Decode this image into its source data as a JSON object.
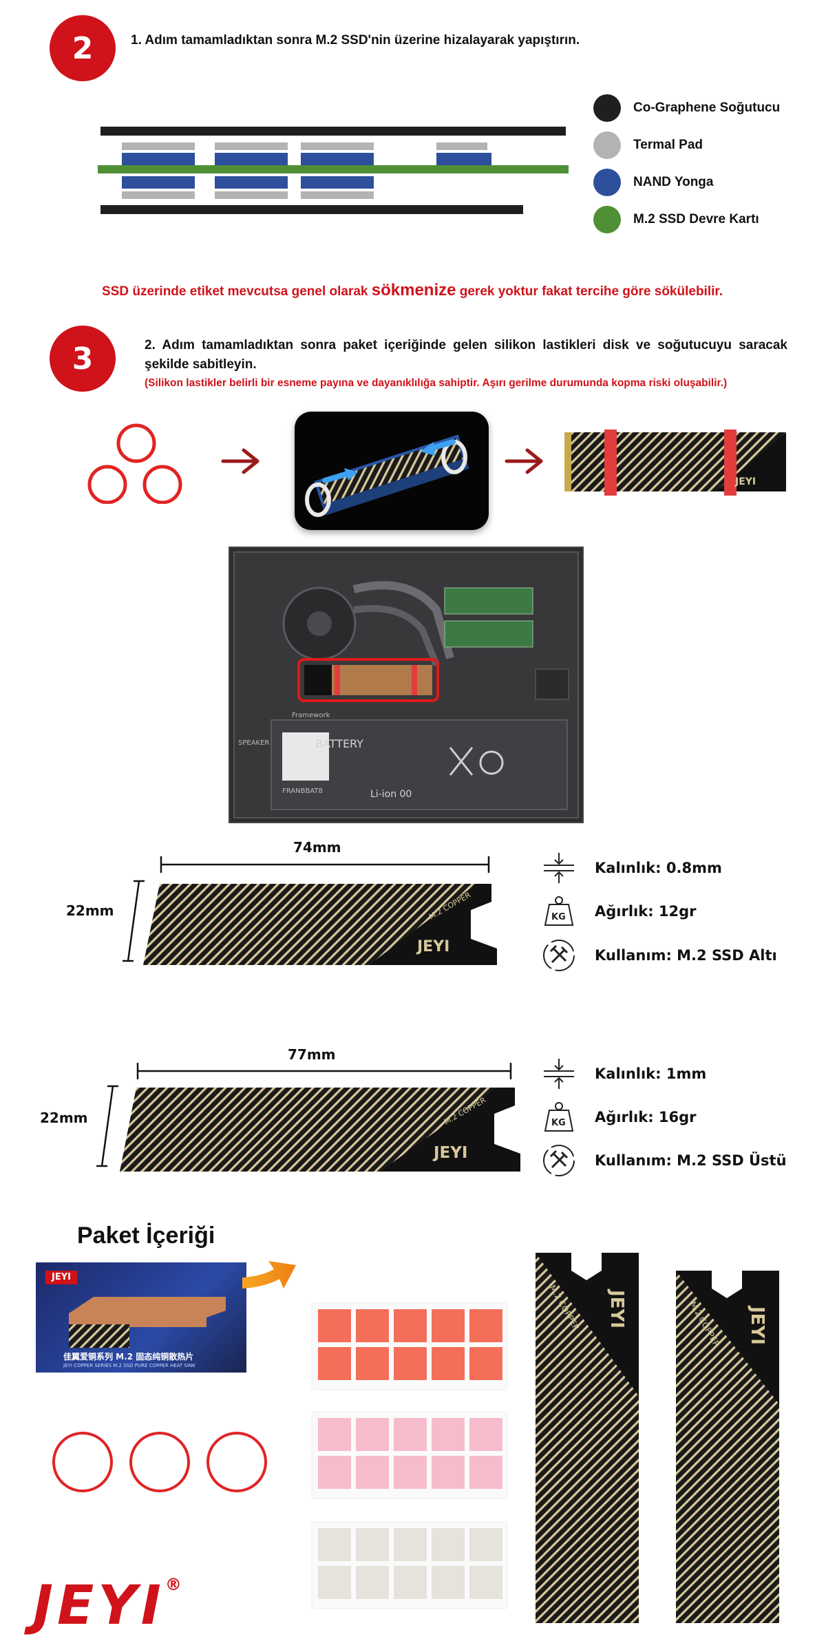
{
  "step2": {
    "number": "2",
    "instruction": "1. Adım tamamladıktan sonra M.2 SSD'nin üzerine hizalayarak yapıştırın."
  },
  "legend": [
    {
      "label": "Co-Graphene Soğutucu",
      "color": "#1f1f1f"
    },
    {
      "label": "Termal Pad",
      "color": "#b3b3b3"
    },
    {
      "label": "NAND Yonga",
      "color": "#2d4f9c"
    },
    {
      "label": "M.2 SSD Devre Kartı",
      "color": "#4f8f35"
    }
  ],
  "warning": {
    "before": "SSD üzerinde etiket mevcutsa genel olarak ",
    "emphasis": "sökmenize",
    "after": " gerek yoktur fakat tercihe göre sökülebilir."
  },
  "step3": {
    "number": "3",
    "instruction": "2. Adım tamamladıktan sonra paket içeriğinde gelen silikon lastikleri disk ve soğutucuyu saracak şekilde sabitleyin.",
    "note": "(Silikon lastikler belirli bir esneme payına ve dayanıklılığa sahiptir. Aşırı gerilme durumunda kopma riski oluşabilir.)"
  },
  "laptop": {
    "battery_label": "BATTERY",
    "brand": "Framework",
    "speaker": "SPEAKER",
    "li_ion": "Li-ion 00",
    "model": "FRANBBAT8"
  },
  "heatsink_small": {
    "width_label": "74mm",
    "height_label": "22mm",
    "specs": [
      {
        "icon": "thickness-icon",
        "text": "Kalınlık: 0.8mm"
      },
      {
        "icon": "weight-icon",
        "text": "Ağırlık: 12gr"
      },
      {
        "icon": "tools-icon",
        "text": "Kullanım: M.2 SSD Altı"
      }
    ]
  },
  "heatsink_large": {
    "width_label": "77mm",
    "height_label": "22mm",
    "specs": [
      {
        "icon": "thickness-icon",
        "text": "Kalınlık: 1mm"
      },
      {
        "icon": "weight-icon",
        "text": "Ağırlık: 16gr"
      },
      {
        "icon": "tools-icon",
        "text": "Kullanım: M.2 SSD Üstü"
      }
    ]
  },
  "heatsink_print": {
    "model": "M.2 COPPER",
    "brand": "JEYI"
  },
  "package": {
    "title": "Paket İçeriği",
    "box_brand": "JEYI",
    "box_line1": "佳翼爱铜系列 M.2 固态纯铜散热片",
    "box_line2": "JEYI COPPER SERIES M.2 SSD PURE COPPER HEAT SINK",
    "pad_colors": [
      "#f46f5a",
      "#f7bccc",
      "#e6e2dc"
    ]
  },
  "footer": {
    "logo": "JEYI",
    "registered": "®"
  },
  "weight_unit": "KG"
}
